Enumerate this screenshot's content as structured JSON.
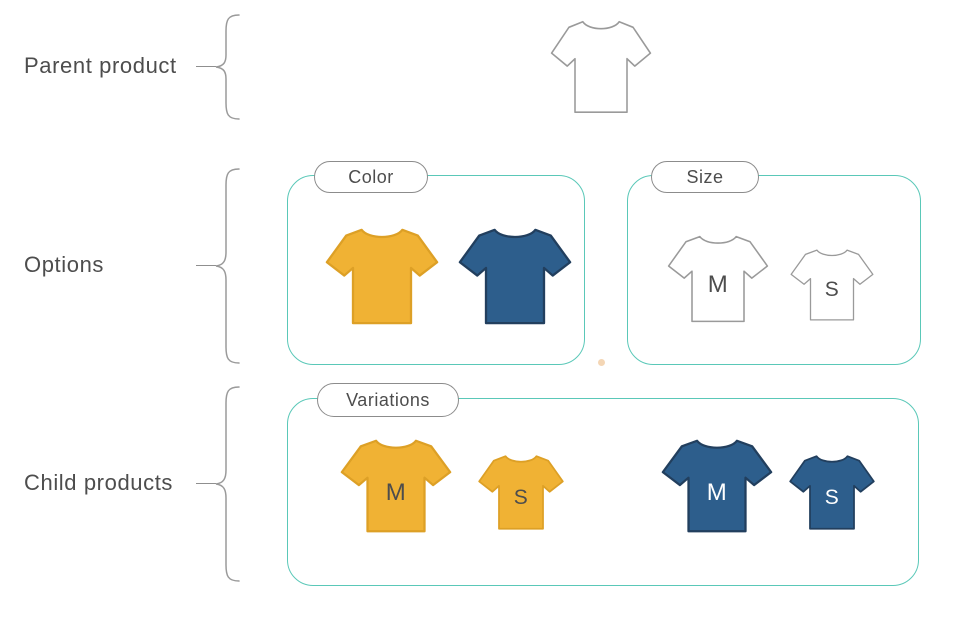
{
  "labels": {
    "parent": "Parent product",
    "options": "Options",
    "children": "Child products"
  },
  "parent_product": {
    "shirt": {
      "style": "outline"
    }
  },
  "options": {
    "color": {
      "title": "Color",
      "shirts": [
        {
          "style": "yellow"
        },
        {
          "style": "blue"
        }
      ]
    },
    "size": {
      "title": "Size",
      "shirts": [
        {
          "style": "outline",
          "label": "M"
        },
        {
          "style": "outline",
          "label": "S"
        }
      ]
    }
  },
  "variations": {
    "title": "Variations",
    "shirts": [
      {
        "style": "yellow",
        "label": "M"
      },
      {
        "style": "yellow",
        "label": "S"
      },
      {
        "style": "blue",
        "label": "M"
      },
      {
        "style": "blue",
        "label": "S"
      }
    ]
  },
  "colors": {
    "teal_border": "#5AC8B8",
    "yellow_shirt": "#F0B234",
    "yellow_shirt_stroke": "#DDA026",
    "blue_shirt": "#2D5E8C",
    "blue_shirt_stroke": "#223F5E",
    "outline_stroke": "#9A9A9A",
    "white": "#FFFFFF",
    "label_text": "#4D4D4D",
    "pill_border": "#8C8C8C"
  }
}
